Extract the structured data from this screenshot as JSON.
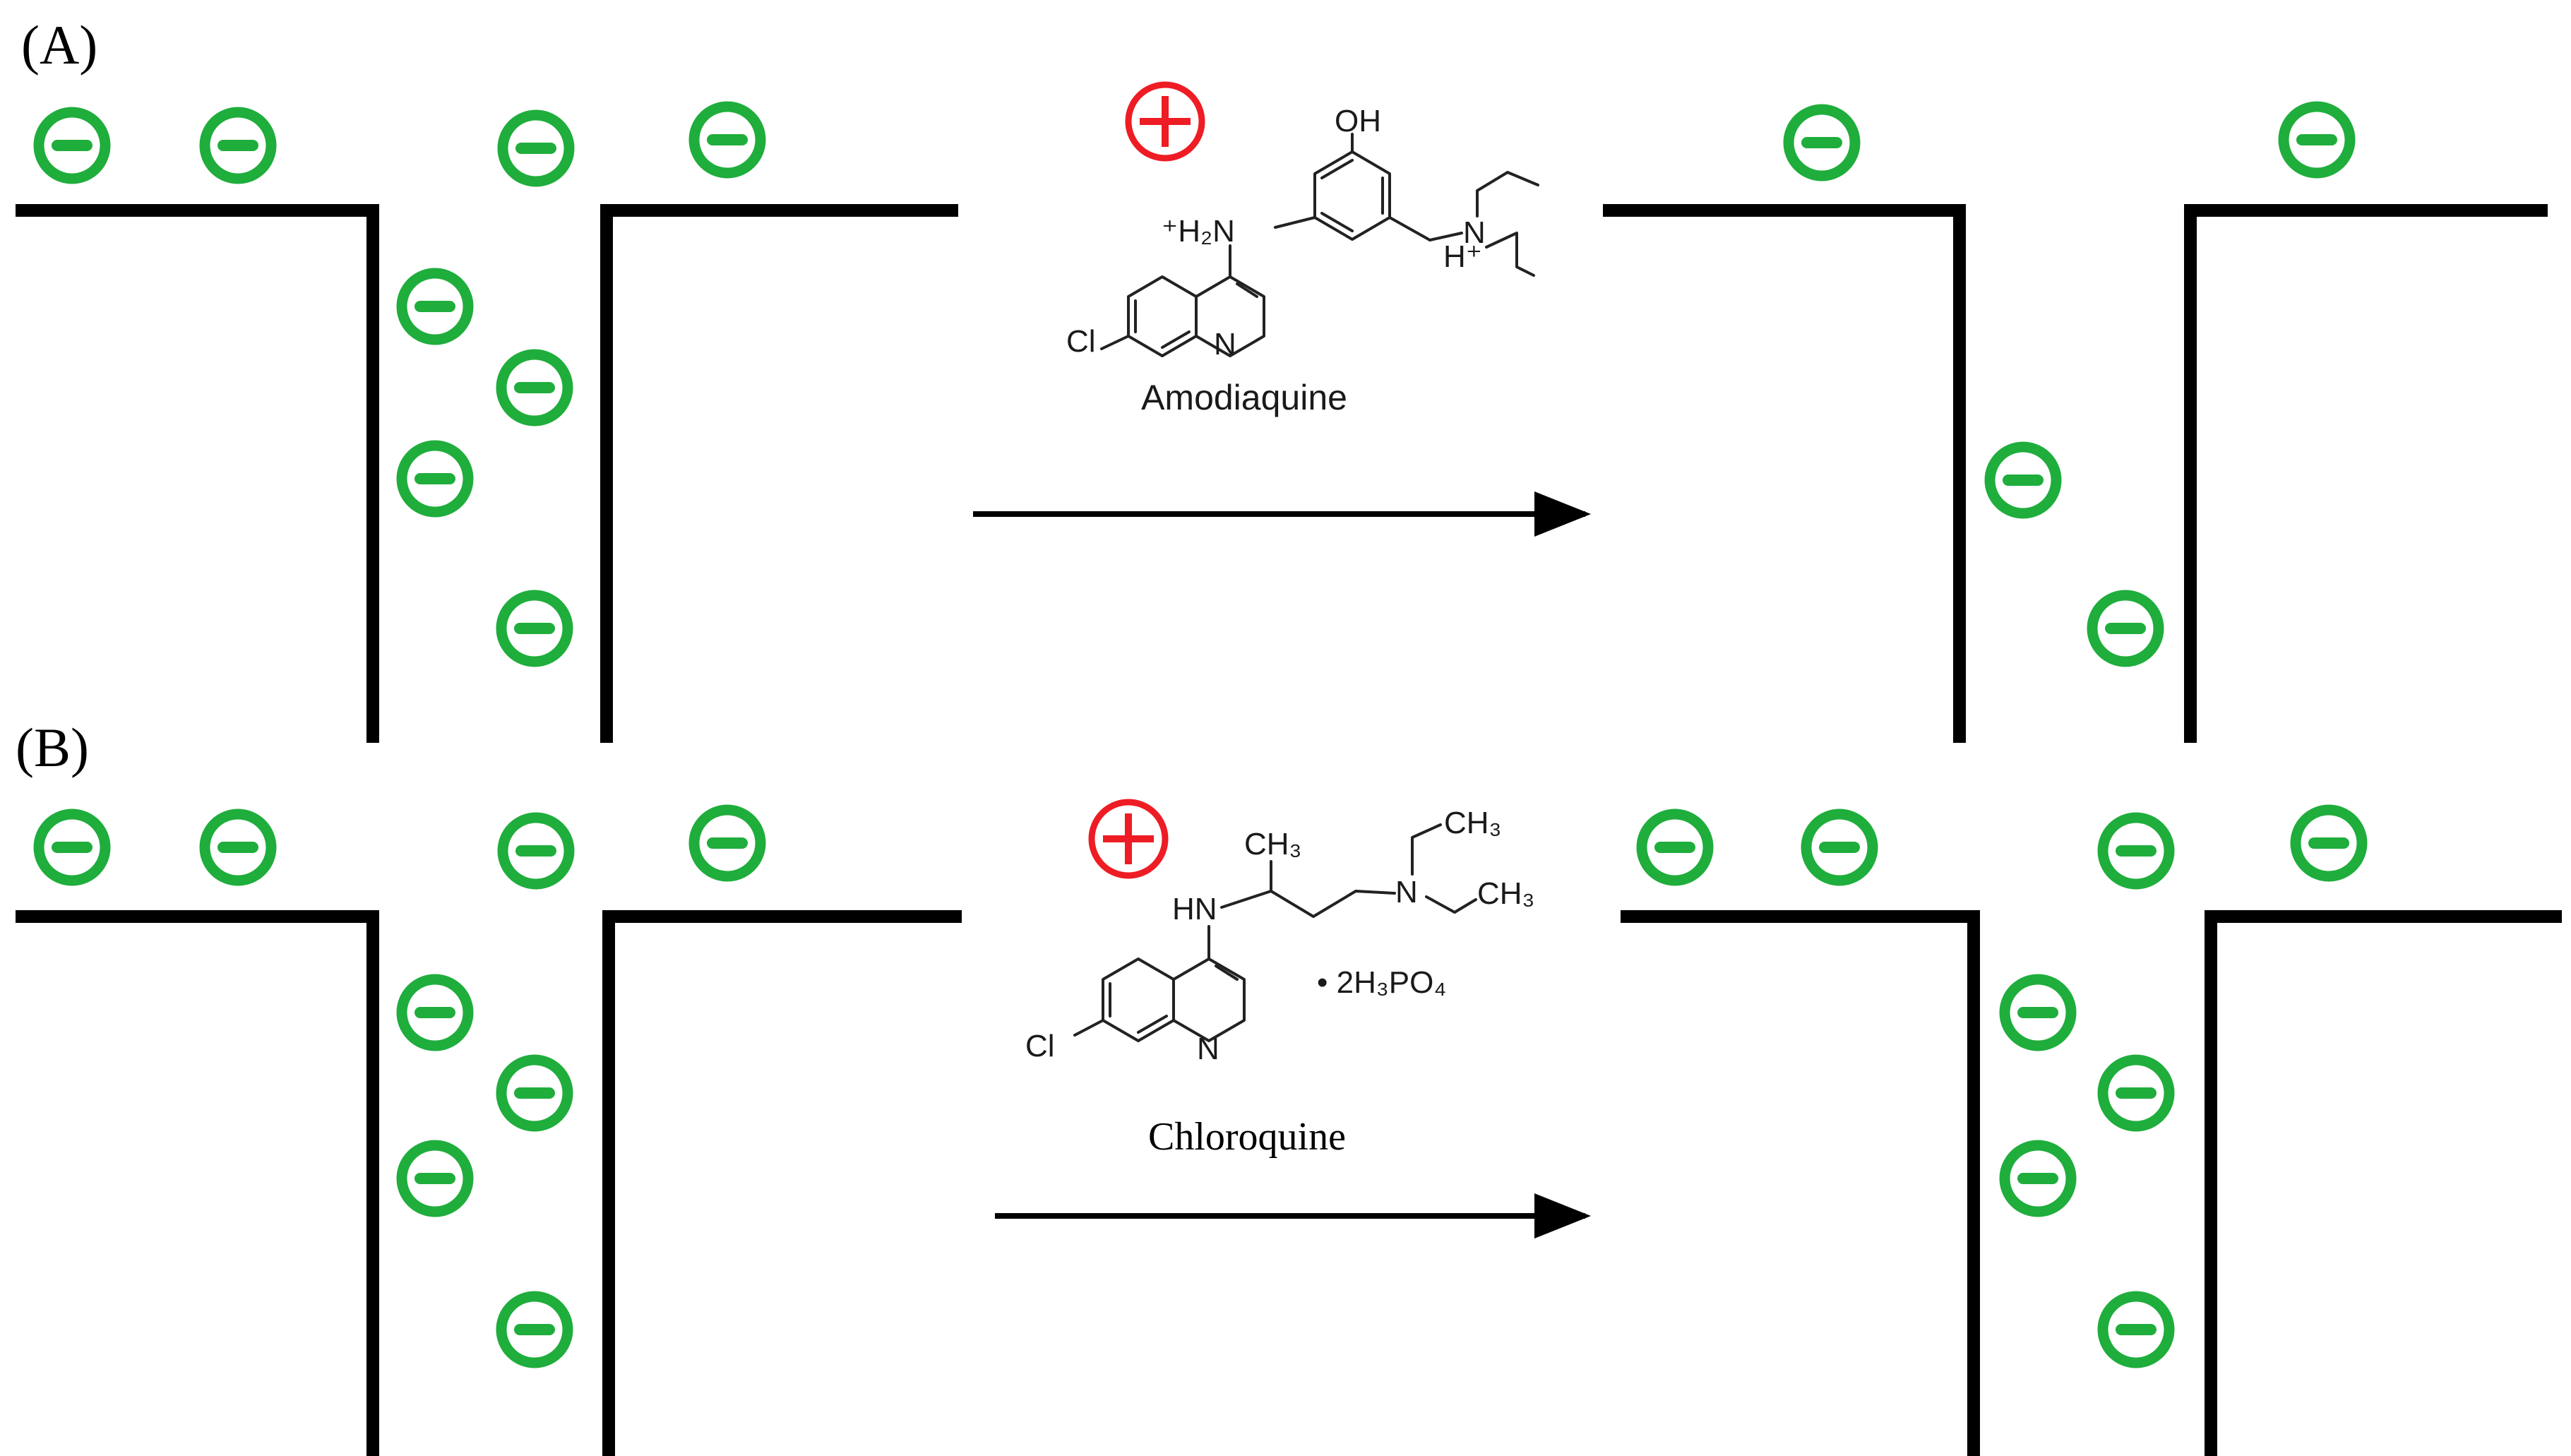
{
  "colors": {
    "negative_charge": "#1fad3c",
    "positive_charge": "#ee1c24",
    "wall": "#000000",
    "background": "#ffffff"
  },
  "icons": {
    "negative": "minus-circle-icon",
    "positive": "plus-circle-icon"
  },
  "panels": [
    {
      "label": "(A)",
      "molecule": {
        "name": "Amodiaquine",
        "atoms": {
          "oh": "OH",
          "amine": "⁺H₂N",
          "ammonium_n": "N",
          "ammonium_h": "H⁺",
          "chlorine": "Cl",
          "ring_n": "N"
        }
      }
    },
    {
      "label": "(B)",
      "molecule": {
        "name": "Chloroquine",
        "atoms": {
          "methyl": "CH₃",
          "amine": "HN",
          "tertiary_n": "N",
          "ethyl_1": "CH₃",
          "ethyl_2": "CH₃",
          "salt": "• 2H₃PO₄",
          "chlorine": "Cl",
          "ring_n": "N"
        }
      }
    }
  ]
}
